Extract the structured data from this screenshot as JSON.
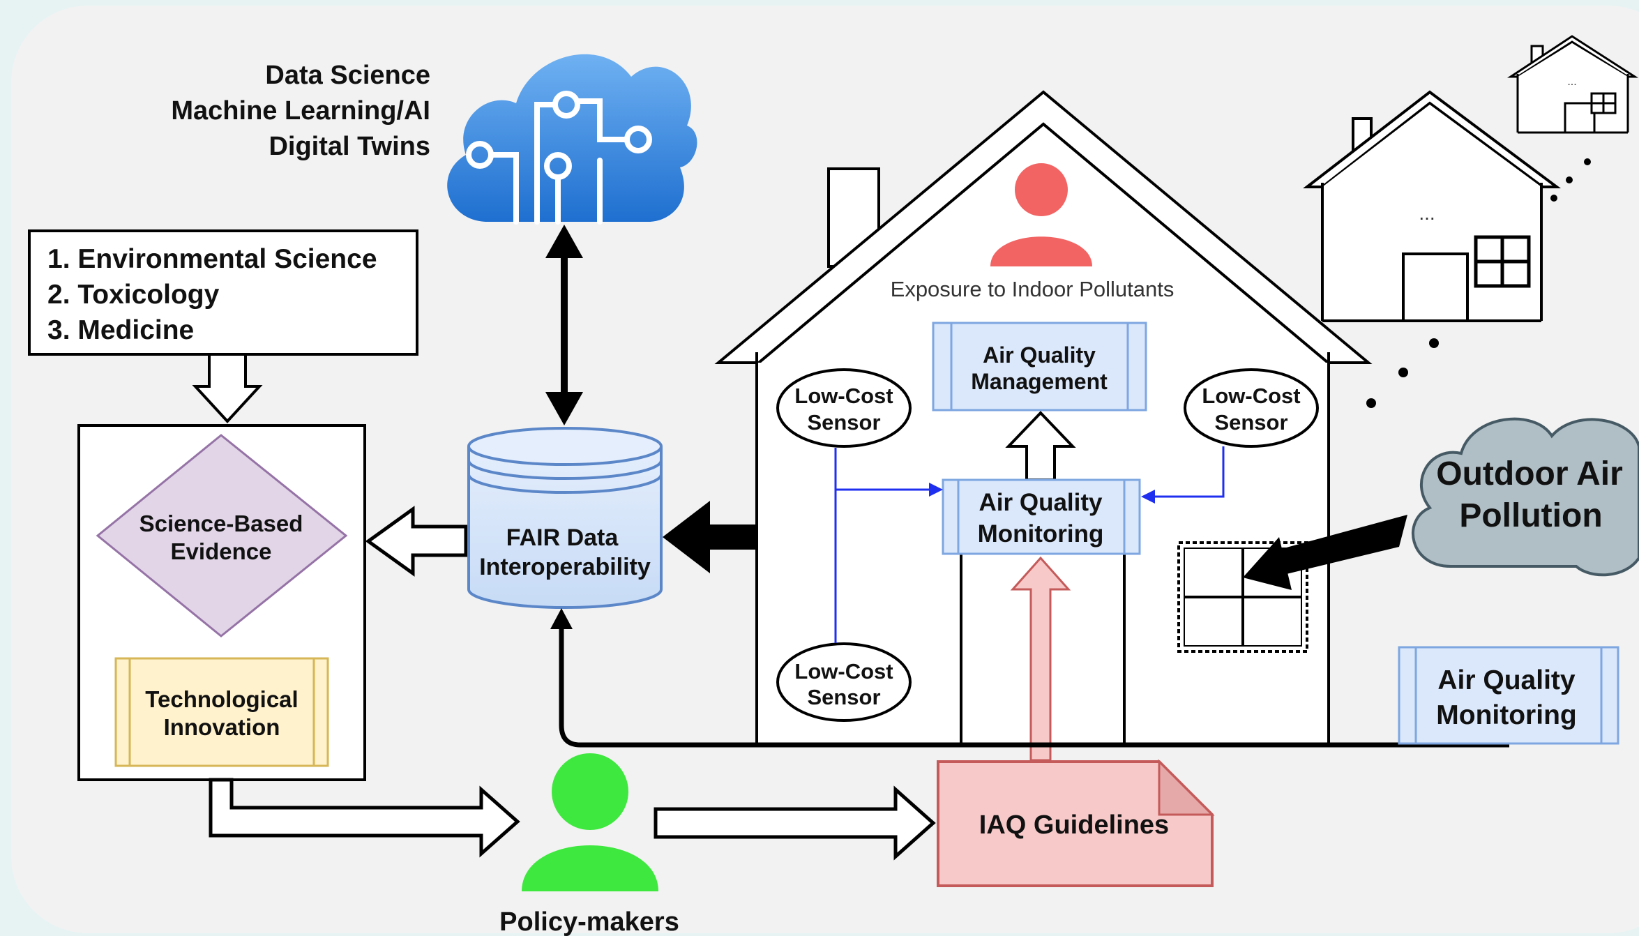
{
  "ai_labels": [
    "Data Science",
    "Machine Learning/AI",
    "Digital Twins"
  ],
  "disciplines": [
    "1. Environmental Science",
    "2. Toxicology",
    "3. Medicine"
  ],
  "evidence": [
    "Science-Based",
    "Evidence"
  ],
  "innovation": [
    "Technological",
    "Innovation"
  ],
  "fair": [
    "FAIR Data",
    "Interoperability"
  ],
  "exposure": "Exposure to Indoor Pollutants",
  "aq_management": [
    "Air Quality",
    "Management"
  ],
  "aq_monitoring_indoor": [
    "Air Quality",
    "Monitoring"
  ],
  "aq_monitoring_outdoor": [
    "Air Quality",
    "Monitoring"
  ],
  "sensor": [
    "Low-Cost",
    "Sensor"
  ],
  "outdoor": [
    "Outdoor Air",
    "Pollution"
  ],
  "guidelines": "IAQ Guidelines",
  "policy": "Policy-makers",
  "ellipsis": "...",
  "colors": {
    "cloud": "#3b8ee6",
    "person_red": "#f26464",
    "person_green": "#3fe83f",
    "blue_box": "#dbe8fb",
    "blue_stroke": "#7ea6e0",
    "pink": "#f7c9c9",
    "pink_stroke": "#c55a5a",
    "diamond": "#e1d5e7",
    "diamond_stroke": "#9673a6",
    "yellow": "#fff2cc",
    "yellow_stroke": "#d6b656",
    "gray_cloud": "#b0bec5",
    "connector_blue": "#1f2ff0"
  }
}
